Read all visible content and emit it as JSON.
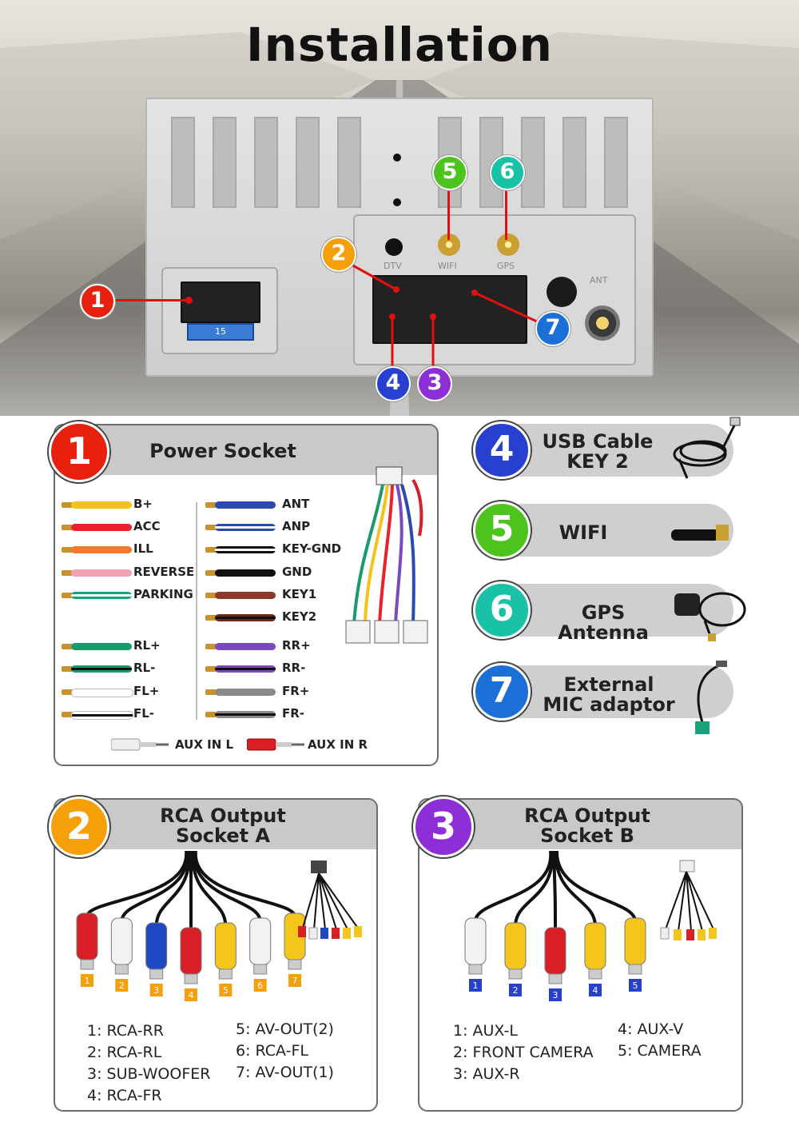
{
  "title": "Installation",
  "unit_labels": {
    "dtv": "DTV",
    "wifi": "WIFI",
    "gps": "GPS",
    "ant": "ANT",
    "fuse": "15"
  },
  "callouts": [
    "1",
    "2",
    "3",
    "4",
    "5",
    "6",
    "7"
  ],
  "colors": {
    "c1": "#e8210f",
    "c2": "#f5a00a",
    "c3": "#8d2fd6",
    "c4": "#2840d0",
    "c5": "#4cc41d",
    "c6": "#19c2a6",
    "c7": "#1c6fd6"
  },
  "power": {
    "num": "1",
    "title": "Power Socket",
    "left_wires": [
      {
        "label": "B+",
        "color": "#f4c21b",
        "stripe": ""
      },
      {
        "label": "ACC",
        "color": "#e8212a",
        "stripe": ""
      },
      {
        "label": "ILL",
        "color": "#f47a2a",
        "stripe": ""
      },
      {
        "label": "REVERSE",
        "color": "#f4a0b4",
        "stripe": ""
      },
      {
        "label": "PARKING",
        "color": "#1aa07a",
        "stripe": "#ffffff"
      },
      {
        "label": "RL+",
        "color": "#1a9a6a",
        "stripe": ""
      },
      {
        "label": "RL-",
        "color": "#1a9a6a",
        "stripe": "#111111"
      },
      {
        "label": "FL+",
        "color": "#ffffff",
        "stripe": ""
      },
      {
        "label": "FL-",
        "color": "#ffffff",
        "stripe": "#111111"
      }
    ],
    "right_wires": [
      {
        "label": "ANT",
        "color": "#2a4ab0",
        "stripe": ""
      },
      {
        "label": "ANP",
        "color": "#2a4ab0",
        "stripe": "#ffffff"
      },
      {
        "label": "KEY-GND",
        "color": "#111111",
        "stripe": "#ffffff"
      },
      {
        "label": "GND",
        "color": "#111111",
        "stripe": ""
      },
      {
        "label": "KEY1",
        "color": "#8a3a2a",
        "stripe": ""
      },
      {
        "label": "KEY2",
        "color": "#6a2a1a",
        "stripe": "#111111"
      },
      {
        "label": "RR+",
        "color": "#7a4ac0",
        "stripe": ""
      },
      {
        "label": "RR-",
        "color": "#7a4ac0",
        "stripe": "#111111"
      },
      {
        "label": "FR+",
        "color": "#8a8a8a",
        "stripe": ""
      },
      {
        "label": "FR-",
        "color": "#8a8a8a",
        "stripe": "#111111"
      }
    ],
    "aux_l": "AUX IN L",
    "aux_r": "AUX IN R"
  },
  "pills": [
    {
      "num": "4",
      "lines": [
        "USB Cable",
        "KEY 2"
      ],
      "icon": "usb-cable-icon"
    },
    {
      "num": "5",
      "lines": [
        "WIFI"
      ],
      "icon": "wifi-antenna-icon"
    },
    {
      "num": "6",
      "lines": [
        "GPS Antenna"
      ],
      "icon": "gps-antenna-icon"
    },
    {
      "num": "7",
      "lines": [
        "External",
        "MIC adaptor"
      ],
      "icon": "mic-adaptor-icon"
    }
  ],
  "rca_a": {
    "num": "2",
    "title_1": "RCA Output",
    "title_2": "Socket A",
    "tags": [
      "1",
      "2",
      "3",
      "4",
      "5",
      "6",
      "7"
    ],
    "tag_colors": [
      "#f5a00a",
      "#f5a00a",
      "#f5a00a",
      "#f5a00a",
      "#f5a00a",
      "#f5a00a",
      "#f5a00a"
    ],
    "plug_colors": [
      "#d81f26",
      "#f2f2f2",
      "#2148c4",
      "#d81f26",
      "#f4c61c",
      "#f2f2f2",
      "#f4c61c"
    ],
    "legend_left": [
      "1: RCA-RR",
      "2: RCA-RL",
      "3: SUB-WOOFER",
      "4: RCA-FR"
    ],
    "legend_right": [
      "5: AV-OUT(2)",
      "6: RCA-FL",
      "7: AV-OUT(1)"
    ]
  },
  "rca_b": {
    "num": "3",
    "title_1": "RCA Output",
    "title_2": "Socket B",
    "tags": [
      "1",
      "2",
      "3",
      "4",
      "5"
    ],
    "plug_colors": [
      "#f2f2f2",
      "#f4c61c",
      "#d81f26",
      "#f4c61c",
      "#f4c61c"
    ],
    "legend_left": [
      "1: AUX-L",
      "2: FRONT CAMERA",
      "3: AUX-R"
    ],
    "legend_right": [
      "4: AUX-V",
      "5: CAMERA"
    ]
  }
}
